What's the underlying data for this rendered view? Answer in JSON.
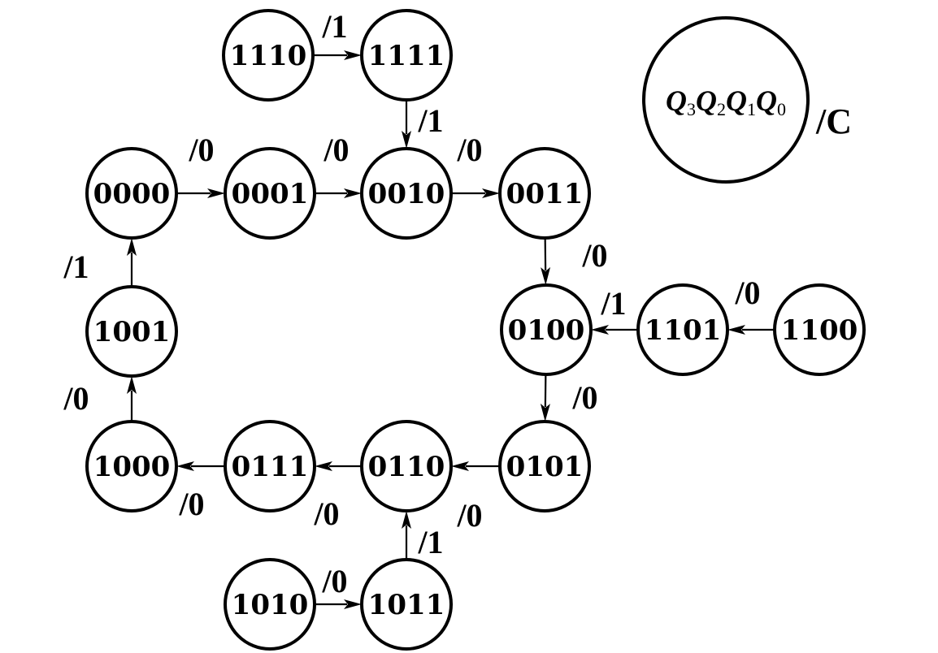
{
  "legend": {
    "vars": [
      {
        "letter": "Q",
        "sub": "3"
      },
      {
        "letter": "Q",
        "sub": "2"
      },
      {
        "letter": "Q",
        "sub": "1"
      },
      {
        "letter": "Q",
        "sub": "0"
      }
    ],
    "output": "/C"
  },
  "states": [
    {
      "id": "1110",
      "label": "1110"
    },
    {
      "id": "1111",
      "label": "1111"
    },
    {
      "id": "0000",
      "label": "0000"
    },
    {
      "id": "0001",
      "label": "0001"
    },
    {
      "id": "0010",
      "label": "0010"
    },
    {
      "id": "0011",
      "label": "0011"
    },
    {
      "id": "1001",
      "label": "1001"
    },
    {
      "id": "0100",
      "label": "0100"
    },
    {
      "id": "1101",
      "label": "1101"
    },
    {
      "id": "1100",
      "label": "1100"
    },
    {
      "id": "1000",
      "label": "1000"
    },
    {
      "id": "0111",
      "label": "0111"
    },
    {
      "id": "0110",
      "label": "0110"
    },
    {
      "id": "0101",
      "label": "0101"
    },
    {
      "id": "1010",
      "label": "1010"
    },
    {
      "id": "1011",
      "label": "1011"
    }
  ],
  "transitions": [
    {
      "from": "1110",
      "to": "1111",
      "label": "/1"
    },
    {
      "from": "1111",
      "to": "0010",
      "label": "/1"
    },
    {
      "from": "0000",
      "to": "0001",
      "label": "/0"
    },
    {
      "from": "0001",
      "to": "0010",
      "label": "/0"
    },
    {
      "from": "0010",
      "to": "0011",
      "label": "/0"
    },
    {
      "from": "0011",
      "to": "0100",
      "label": "/0"
    },
    {
      "from": "1100",
      "to": "1101",
      "label": "/0"
    },
    {
      "from": "1101",
      "to": "0100",
      "label": "/1"
    },
    {
      "from": "0100",
      "to": "0101",
      "label": "/0"
    },
    {
      "from": "0101",
      "to": "0110",
      "label": "/0"
    },
    {
      "from": "0110",
      "to": "0111",
      "label": "/0"
    },
    {
      "from": "0111",
      "to": "1000",
      "label": "/0"
    },
    {
      "from": "1000",
      "to": "1001",
      "label": "/0"
    },
    {
      "from": "1001",
      "to": "0000",
      "label": "/1"
    },
    {
      "from": "1010",
      "to": "1011",
      "label": "/0"
    },
    {
      "from": "1011",
      "to": "0110",
      "label": "/1"
    }
  ]
}
